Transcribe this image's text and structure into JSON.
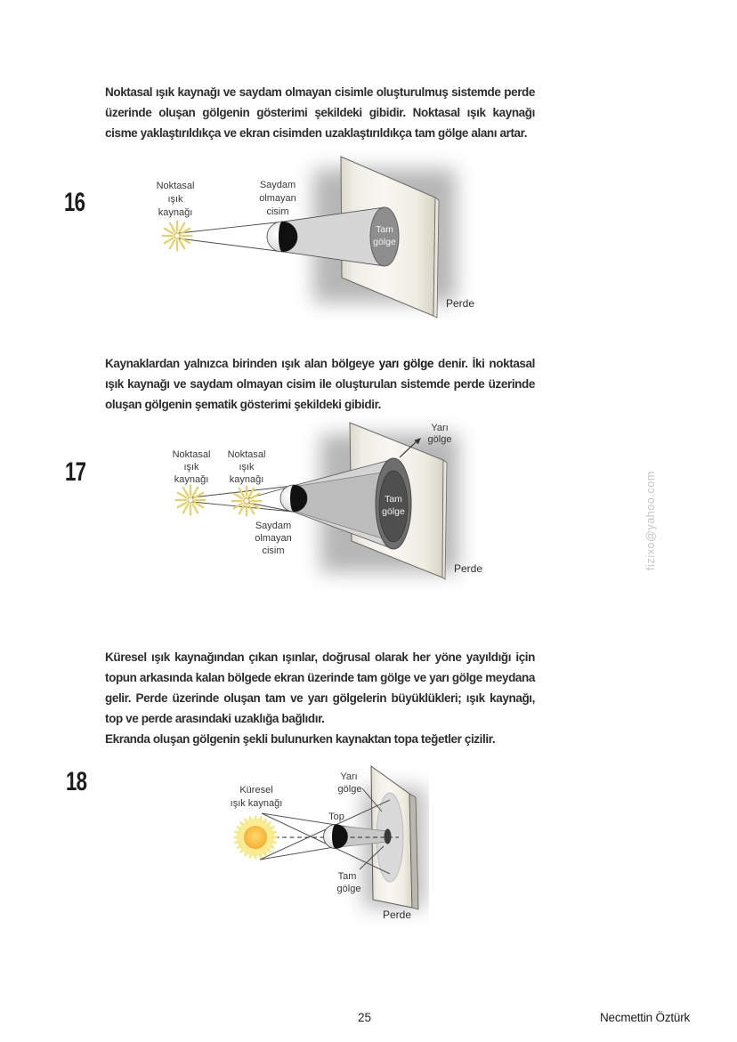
{
  "page": {
    "number": "25",
    "author": "Necmettin Öztürk",
    "watermark": "fizixo@yahoo.com"
  },
  "sections": [
    {
      "number": "16",
      "paragraph": "Noktasal ışık kaynağı ve saydam olmayan cisimle oluşturulmuş sistemde perde üzerinde oluşan gölgenin gösterimi şekildeki gibidir. Noktasal ışık kaynağı cisme yaklaştırıldıkça ve ekran cisimden uzaklaştırıldıkça tam gölge alanı artar.",
      "diagram": {
        "source": [
          "Noktasal",
          "ışık",
          "kaynağı"
        ],
        "object": [
          "Saydam",
          "olmayan",
          "cisim"
        ],
        "umbra": [
          "Tam",
          "gölge"
        ],
        "screen": "Perde"
      }
    },
    {
      "number": "17",
      "paragraph_pre": "Kaynaklardan yalnızca birinden ışık alan bölgeye ",
      "paragraph_bold": "yarı gölge",
      "paragraph_post": " denir. İki noktasal ışık kaynağı ve saydam olmayan cisim ile oluşturulan sistemde perde üzerinde oluşan gölgenin şematik gösterimi şekildeki gibidir.",
      "diagram": {
        "source1": [
          "Noktasal",
          "ışık",
          "kaynağı"
        ],
        "source2": [
          "Noktasal",
          "ışık",
          "kaynağı"
        ],
        "object": [
          "Saydam",
          "olmayan",
          "cisim"
        ],
        "umbra": [
          "Tam",
          "gölge"
        ],
        "penumbra": [
          "Yarı",
          "gölge"
        ],
        "screen": "Perde"
      }
    },
    {
      "number": "18",
      "paragraph": "Küresel ışık kaynağından çıkan ışınlar, doğrusal olarak her yöne yayıldığı için topun arkasında kalan bölgede ekran üzerinde tam gölge ve yarı gölge meydana gelir. Perde üzerinde oluşan tam ve yarı gölgelerin büyüklükleri; ışık kaynağı, top ve perde arasındaki uzaklığa bağlıdır.",
      "paragraph2": "Ekranda oluşan gölgenin şekli bulunurken kaynaktan topa teğetler çizilir.",
      "diagram": {
        "source": [
          "Küresel",
          "ışık kaynağı"
        ],
        "ball": "Top",
        "penumbra": [
          "Yarı",
          "gölge"
        ],
        "umbra": [
          "Tam",
          "gölge"
        ],
        "screen": "Perde"
      }
    }
  ],
  "colors": {
    "panel_face": "#f3f2ea",
    "umbra_gray": "#8e8e8e",
    "penumbra_gray": "#6e6e6e",
    "cone_gray": "#d5d5d5",
    "ray_yellow": "#e7d265",
    "sun_orange": "#f3a832"
  }
}
